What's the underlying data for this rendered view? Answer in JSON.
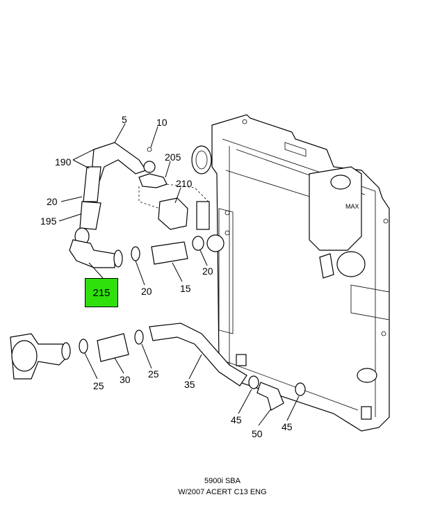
{
  "highlighted_callout": "215",
  "callouts": {
    "c5": "5",
    "c10": "10",
    "c190": "190",
    "c205": "205",
    "c210": "210",
    "c20a": "20",
    "c195": "195",
    "c20b": "20",
    "c15": "15",
    "c20c": "20",
    "c25a": "25",
    "c30": "30",
    "c25b": "25",
    "c35": "35",
    "c45a": "45",
    "c50": "50",
    "c45b": "45"
  },
  "radiator_label": "MAX",
  "caption": {
    "line1": "5900i SBA",
    "line2": "W/2007 ACERT C13 ENG"
  }
}
